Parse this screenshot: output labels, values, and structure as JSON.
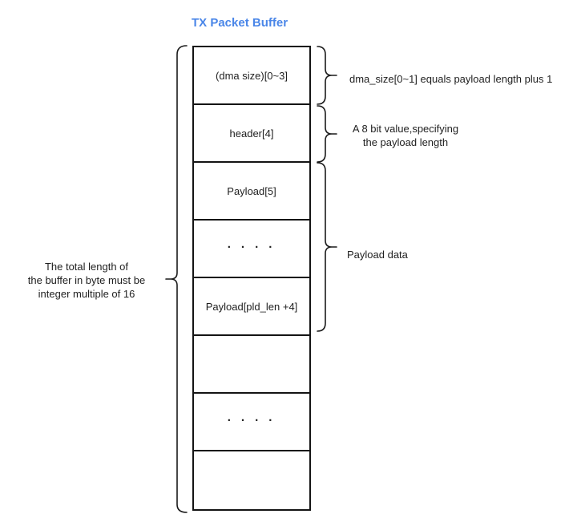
{
  "title": {
    "text": "TX Packet Buffer",
    "color": "#4a86e8"
  },
  "buffer": {
    "stroke_color": "#141414",
    "fill_color": "#ffffff",
    "rows": [
      {
        "label": "(dma size)[0~3]"
      },
      {
        "label": "header[4]"
      },
      {
        "label": "Payload[5]"
      },
      {
        "label": "· · · ·"
      },
      {
        "label": "Payload[pld_len +4]"
      },
      {
        "label": ""
      },
      {
        "label": "· · · ·"
      },
      {
        "label": ""
      }
    ]
  },
  "annotations": {
    "left_note": {
      "lines": [
        "The total length of",
        "the buffer in byte must be",
        "integer multiple of 16"
      ]
    },
    "dma_size_note": {
      "text": "dma_size[0~1] equals payload length plus 1"
    },
    "header_note": {
      "lines": [
        "A 8 bit value,specifying",
        "the payload length"
      ]
    },
    "payload_note": {
      "text": "Payload data"
    }
  }
}
